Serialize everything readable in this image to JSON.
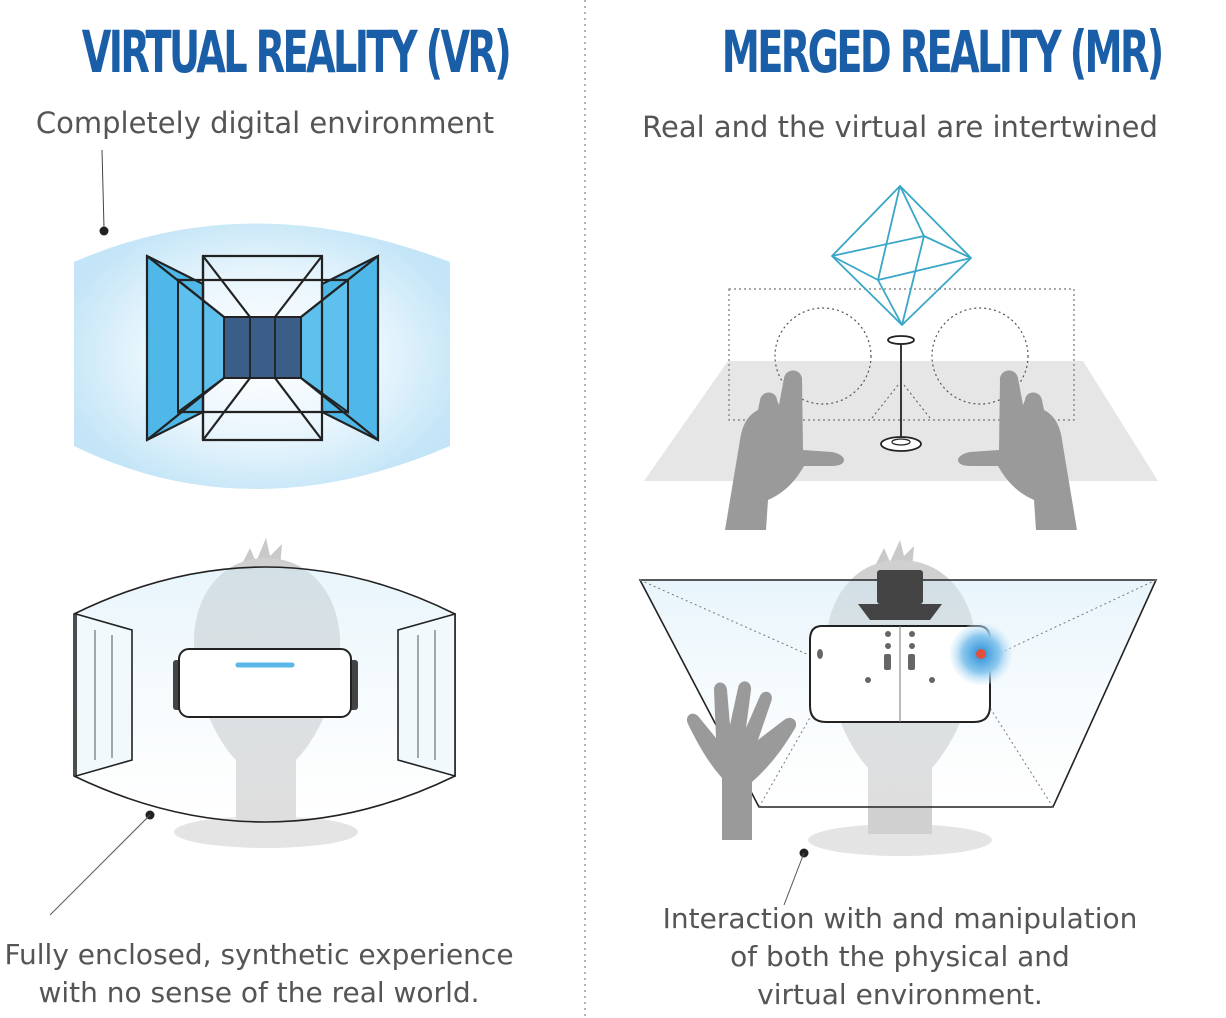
{
  "vr": {
    "title": "VIRTUAL REALITY (VR)",
    "subtitle": "Completely digital environment",
    "caption_lines": [
      "Fully enclosed, synthetic experience",
      "with no sense of the real world."
    ]
  },
  "mr": {
    "title": "MERGED REALITY (MR)",
    "subtitle": "Real and the virtual are intertwined",
    "caption_lines": [
      "Interaction with and manipulation",
      "of both the physical and",
      "virtual environment."
    ]
  },
  "colors": {
    "title_blue": "#1a5ea8",
    "panel_blue": "#4fb8e8",
    "core_navy": "#3a5e88",
    "octahedron_cyan": "#3aa7c8",
    "head_gray": "#d0d0d0",
    "hand_gray": "#9a9a9a",
    "sensor_red": "#e0503a"
  }
}
